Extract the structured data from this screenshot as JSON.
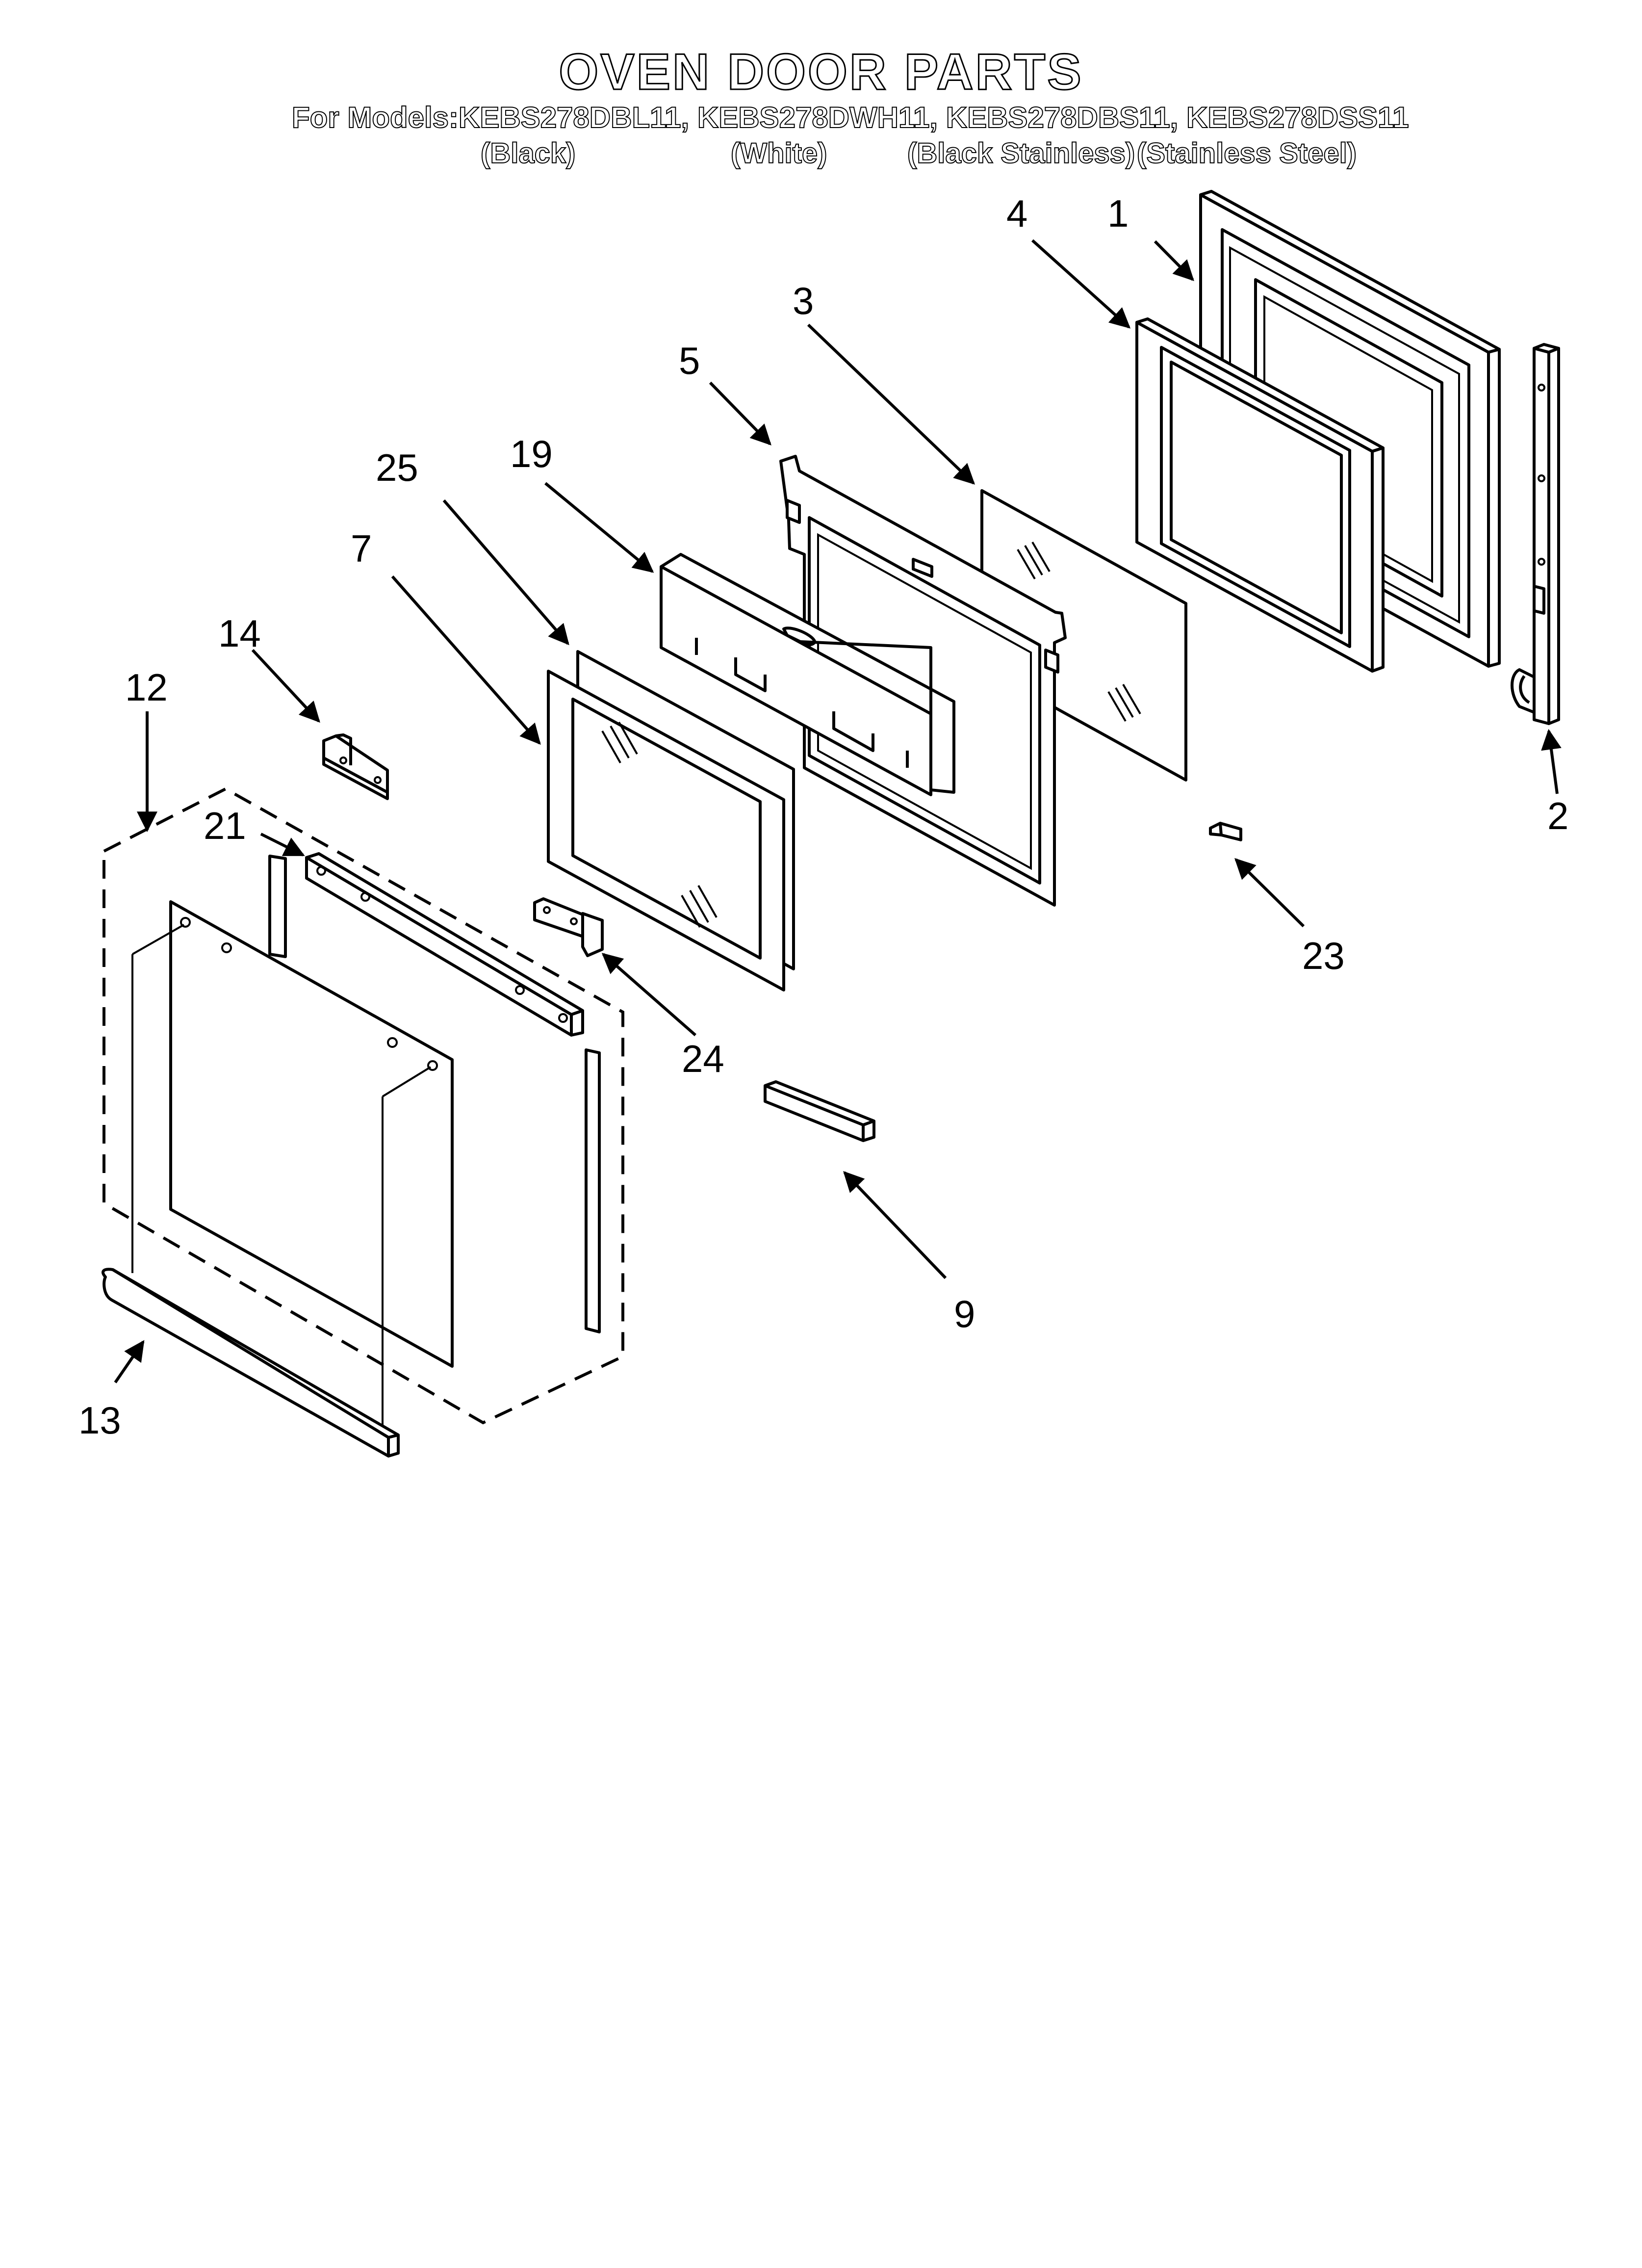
{
  "title": "OVEN DOOR PARTS",
  "models_line": "For Models:KEBS278DBL11, KEBS278DWH11, KEBS278DBS11, KEBS278DSS11",
  "variants": {
    "black": "(Black)",
    "white": "(White)",
    "black_stainless": "(Black Stainless)",
    "stainless_steel": "(Stainless Steel)"
  },
  "part_numbers": {
    "p1": "1",
    "p2": "2",
    "p3": "3",
    "p4": "4",
    "p5": "5",
    "p7": "7",
    "p9": "9",
    "p12": "12",
    "p13": "13",
    "p14": "14",
    "p19": "19",
    "p21": "21",
    "p23": "23",
    "p24": "24",
    "p25": "25"
  }
}
